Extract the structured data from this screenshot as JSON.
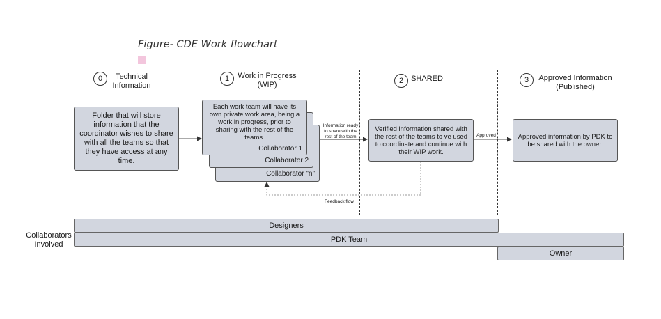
{
  "figure_title": "Figure- CDE Work flowchart",
  "stages": [
    {
      "number": "0",
      "title": "Technical\nInformation"
    },
    {
      "number": "1",
      "title": "Work in Progress\n(WIP)"
    },
    {
      "number": "2",
      "title": "SHARED"
    },
    {
      "number": "3",
      "title": "Approved Information\n(Published)"
    }
  ],
  "boxes": {
    "technical": "Folder that will store information that the coordinator wishes to share with all the teams so that they have access at any time.",
    "wip": "Each work team will have its own private work area, being a work in progress, prior to sharing with the rest of the teams.",
    "shared": "Verified information shared with the rest of the teams to ve used to coordinate and continue with their WIP work.",
    "approved": "Approved information by PDK to be shared with the owner."
  },
  "collaborators": [
    "Collaborator 1",
    "Collaborator 2",
    "Collaborator \"n\""
  ],
  "arrow_labels": {
    "ready": "Information ready\nto share with the\nrest of the team",
    "approved": "Approved",
    "feedback": "Feedback flow"
  },
  "involvement": {
    "label": "Collaborators\nInvolved",
    "bars": [
      "Designers",
      "PDK Team",
      "Owner"
    ]
  },
  "colors": {
    "box_fill": "#d2d6df",
    "box_border": "#555555",
    "title_accent": "#f3c6dd"
  }
}
